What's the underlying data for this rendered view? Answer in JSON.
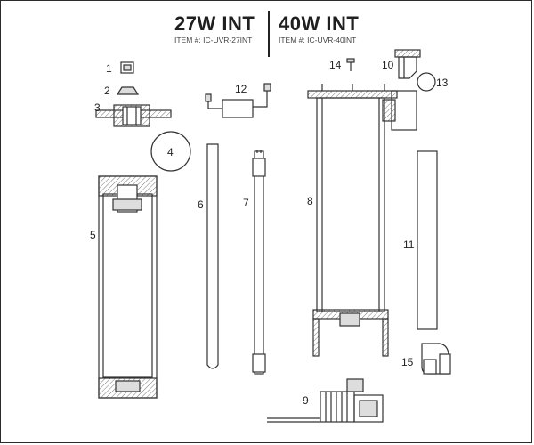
{
  "header": {
    "left_model": "27W INT",
    "left_item": "ITEM #: IC-UVR-27INT",
    "right_model": "40W INT",
    "right_item": "ITEM #: IC-UVR-40INT"
  },
  "parts": {
    "p1": "1",
    "p2": "2",
    "p3": "3",
    "p4": "4",
    "p5": "5",
    "p6": "6",
    "p7": "7",
    "p8": "8",
    "p9": "9",
    "p10": "10",
    "p11": "11",
    "p12": "12",
    "p13": "13",
    "p14": "14",
    "p15": "15"
  },
  "colors": {
    "line": "#333333",
    "hatch": "#777777",
    "fill": "#e6e6e6"
  }
}
